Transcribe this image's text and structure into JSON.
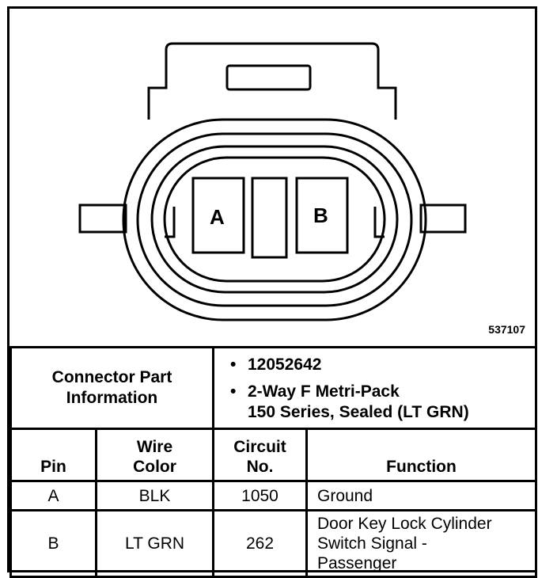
{
  "connector": {
    "pin_labels": [
      "A",
      "B"
    ],
    "figure_number": "537107"
  },
  "part_info": {
    "label_line1": "Connector Part",
    "label_line2": "Information",
    "bullet": "•",
    "part_number": "12052642",
    "description_line1": "2-Way F Metri-Pack",
    "description_line2": "150 Series, Sealed (LT GRN)"
  },
  "headers": {
    "pin": "Pin",
    "wire_color_line1": "Wire",
    "wire_color_line2": "Color",
    "circuit_line1": "Circuit",
    "circuit_line2": "No.",
    "function": "Function"
  },
  "rows": [
    {
      "pin": "A",
      "wire_color": "BLK",
      "circuit": "1050",
      "function_lines": [
        "Ground"
      ]
    },
    {
      "pin": "B",
      "wire_color": "LT GRN",
      "circuit": "262",
      "function_lines": [
        "Door Key Lock Cylinder",
        "Switch Signal -",
        "Passenger"
      ]
    }
  ]
}
